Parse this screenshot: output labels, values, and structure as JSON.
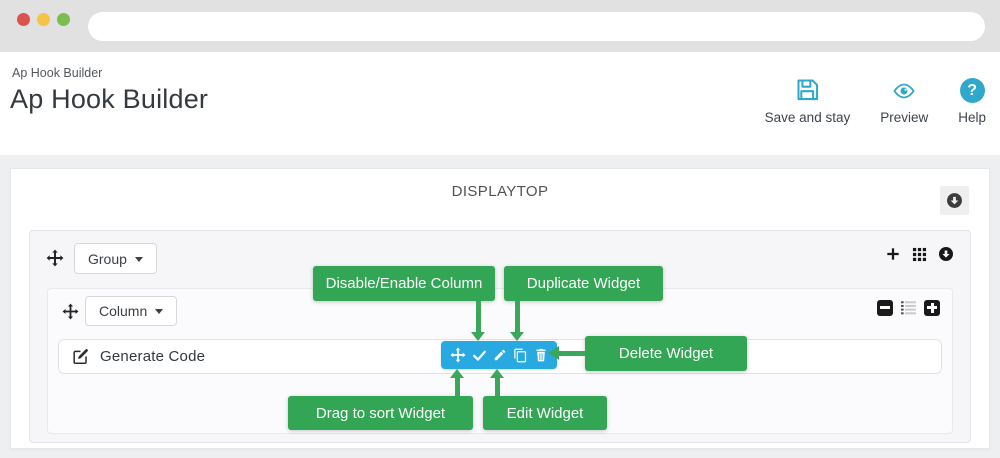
{
  "browser": {
    "url_value": ""
  },
  "header": {
    "breadcrumb": "Ap Hook Builder",
    "title": "Ap Hook Builder",
    "actions": [
      {
        "label": "Save and stay",
        "icon": "floppy-disk-icon"
      },
      {
        "label": "Preview",
        "icon": "eye-icon"
      },
      {
        "label": "Help",
        "icon": "question-circle-icon"
      }
    ]
  },
  "builder": {
    "section_heading": "DISPLAYTOP",
    "section_toggle_icon": "circle-arrow-down-icon",
    "group": {
      "dropdown_label": "Group",
      "drag_icon": "move-icon",
      "header_icons": [
        "plus-icon",
        "grid-icon",
        "circle-arrow-down-icon"
      ]
    },
    "column": {
      "dropdown_label": "Column",
      "drag_icon": "move-icon",
      "header_icons": [
        "minus-square-icon",
        "list-icon",
        "plus-square-icon"
      ]
    },
    "widget": {
      "label": "Generate Code",
      "icon": "edit-pencil-square-icon"
    },
    "widget_toolbar_icons": [
      "move-icon",
      "check-icon",
      "pencil-icon",
      "copy-icon",
      "trash-icon"
    ]
  },
  "annotations": {
    "labels": {
      "disable_enable_column": "Disable/Enable Column",
      "duplicate_widget": "Duplicate Widget",
      "delete_widget": "Delete Widget",
      "drag_to_sort_widget": "Drag to sort Widget",
      "edit_widget": "Edit Widget"
    }
  },
  "colors": {
    "toolbar_blue": "#29a9e1",
    "annotation_green": "#32a654",
    "header_icon_blue": "#2fa8cc"
  }
}
